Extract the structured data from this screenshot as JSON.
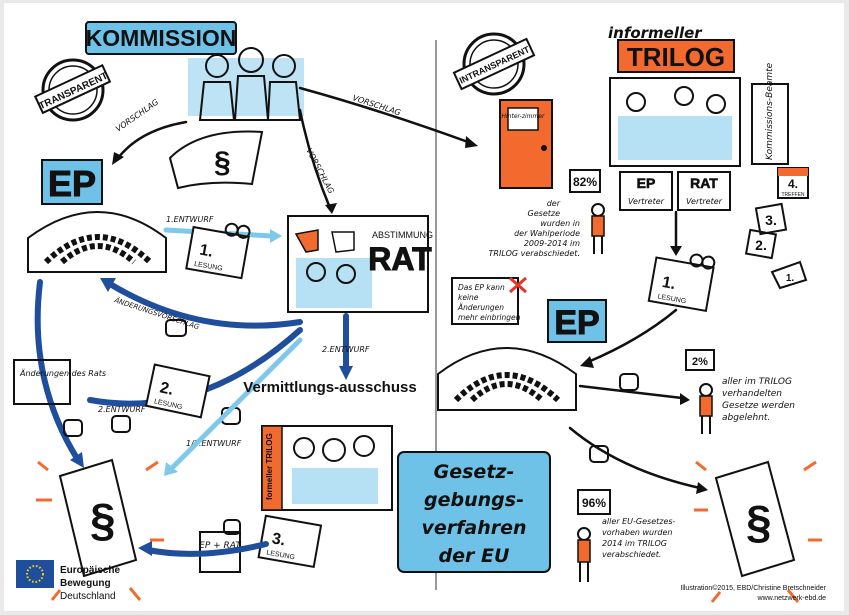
{
  "left": {
    "kommission_title": "KOMMISSION",
    "transparent_stamp": "TRANSPARENT",
    "vorschlag_left": "VORSCHLAG",
    "vorschlag_mid": "VORSCHLAG",
    "vorschlag_right": "VORSCHLAG",
    "ep_label": "EP",
    "entwurf_1": "1.ENTWURF",
    "lesung_1_num": "1.",
    "lesung_word": "LESUNG",
    "rat_label": "RAT",
    "abstimmung_label": "ABSTIMMUNG",
    "aenderungsvorschlag": "ÄNDERUNGSVORSCHLAG",
    "entwurf_2_right": "2.ENTWURF",
    "aenderungen_des_rats": "Änderungen des Rats",
    "entwurf_2_left": "2.ENTWURF",
    "lesung_2_num": "2.",
    "entwurf_12": "1/2.ENTWURF",
    "vermittlung_title": "Vermittlungs-ausschuss",
    "formeller_trilog": "formeller TRILOG",
    "lesung_3_num": "3.",
    "ep_rat": "EP + RAT"
  },
  "right": {
    "intransparent_stamp": "INTRANSPARENT",
    "informeller": "informeller",
    "trilog_title": "TRILOG",
    "door_sign": "Hinter-zimmer",
    "kommissions_beamte": "Kommissions-Beamte",
    "ep_vertreter_ep": "EP",
    "ep_vertreter_label": "Vertreter",
    "rat_vertreter_rat": "RAT",
    "rat_vertreter_label": "Vertreter",
    "stat_82": "82%",
    "stat_82_text": "der Gesetze wurden in der Wahlperiode 2009-2014 im TRILOG verabschiedet.",
    "stat_82_lines": [
      "der",
      "Gesetze",
      "wurden in",
      "der Wahlperiode",
      "2009-2014 im",
      "TRILOG verabschiedet."
    ],
    "lesung_1_num": "1.",
    "lesung_word": "LESUNG",
    "ep_note_lines": [
      "Das EP kann",
      "keine",
      "Änderungen",
      "mehr einbringen"
    ],
    "ep_label": "EP",
    "stat_2": "2%",
    "stat_2_lines": [
      "aller im TRILOG",
      "verhandelten",
      "Gesetze werden",
      "abgelehnt."
    ],
    "stat_96": "96%",
    "stat_96_lines": [
      "aller EU-Gesetzes-",
      "vorhaben wurden",
      "2014 im TRILOG",
      "verabschiedet."
    ],
    "calendar": [
      "4.",
      "TREFFEN",
      "3.",
      "2.",
      "1."
    ],
    "title_lines": [
      "Gesetz-",
      "gebungs-",
      "verfahren",
      "der EU"
    ]
  },
  "footer": {
    "org_lines": [
      "Europäische",
      "Bewegung",
      "Deutschland"
    ],
    "credit": "Illustration©2015, EBD/Christine Bretschneider",
    "url": "www.netzwerk-ebd.de"
  },
  "colors": {
    "blue": "#6ec2e8",
    "dark_blue": "#1f4f9c",
    "orange": "#f26a2e",
    "background": "#ffffff",
    "frame": "#e9e9e9"
  }
}
